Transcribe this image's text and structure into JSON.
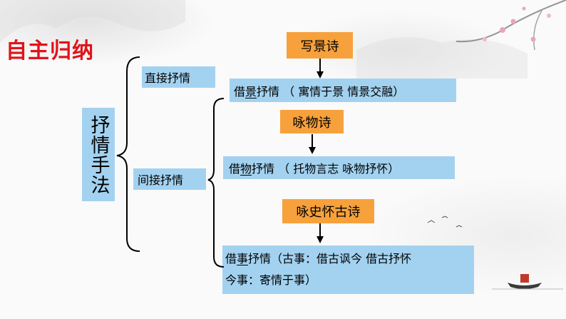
{
  "title": "自主归纳",
  "main_label": "抒情手法",
  "branches": {
    "direct": "直接抒情",
    "indirect": "间接抒情"
  },
  "poems": {
    "scene": {
      "header": "写景诗",
      "pre": "借",
      "key": "景",
      "post": "抒情 （ 寓情于景   情景交融）"
    },
    "object": {
      "header": "咏物诗",
      "pre": "借",
      "key": "物",
      "post": "抒情 （ 托物言志   咏物抒怀）"
    },
    "history": {
      "header": "咏史怀古诗",
      "pre": "借",
      "key": "事",
      "post": "抒情（古事：借古讽今    借古抒怀",
      "line2": "今事：寄情于事）"
    }
  },
  "colors": {
    "title": "#e0141b",
    "blue_box": "#a3d2f0",
    "orange_box": "#f7a13c"
  }
}
